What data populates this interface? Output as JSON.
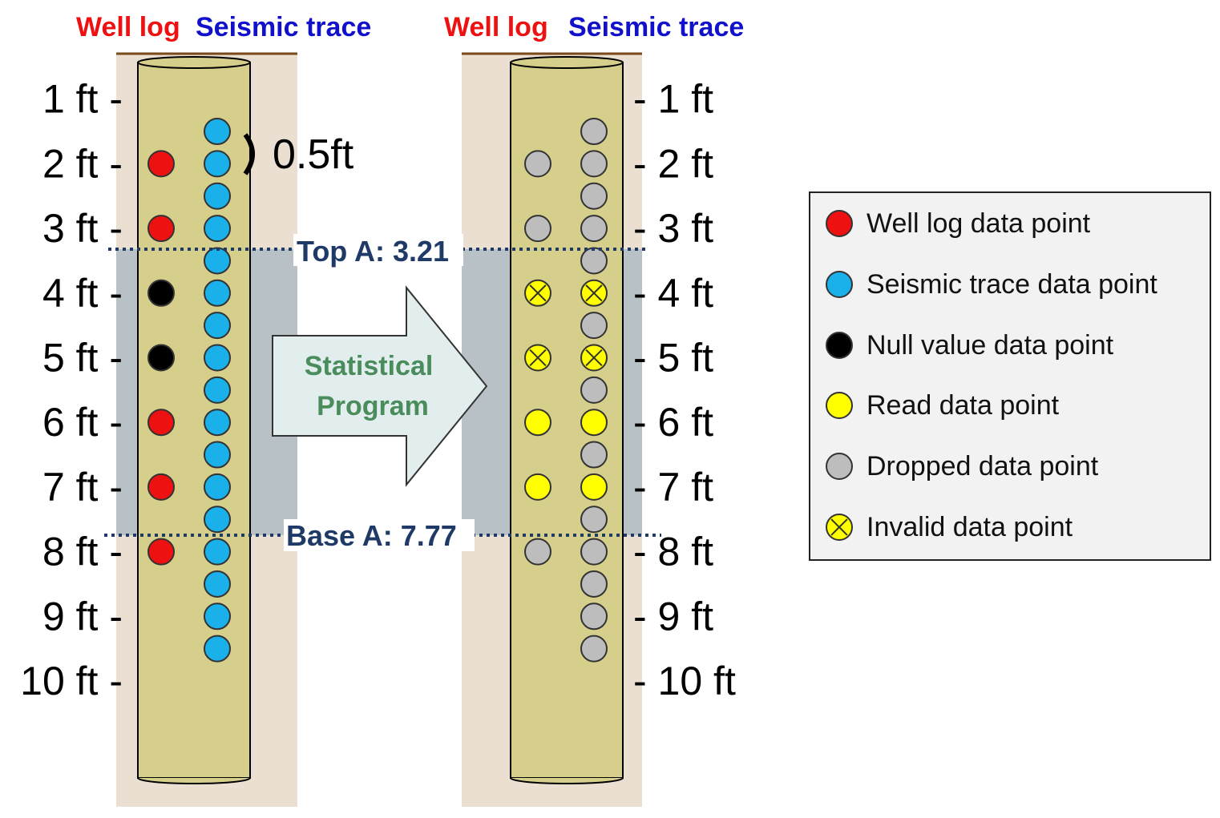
{
  "colors": {
    "well_log": "#ee1111",
    "seismic_trace": "#1111cc",
    "background_strip": "#eadfd0",
    "top_line": "#7a4a1a",
    "column_fill": "#d6cf8c",
    "zone_band": "#b8c2c6",
    "zone_line": "#1f3a66",
    "arrow_fill": "#e2eeee",
    "arrow_text": "#4a8c5c",
    "red_point": "#ee1111",
    "blue_point": "#1ab0ea",
    "null_point": "#000000",
    "read_point": "#ffff00",
    "dropped_point": "#bdbdbd",
    "invalid_point": "#ffff00"
  },
  "left_panel": {
    "header_well_log": "Well log",
    "header_seismic": "Seismic trace",
    "spacing_label": "0.5ft"
  },
  "right_panel": {
    "header_well_log": "Well log",
    "header_seismic": "Seismic trace"
  },
  "depth_labels_left": [
    "1 ft -",
    "2 ft -",
    "3 ft -",
    "4 ft -",
    "5 ft -",
    "6 ft -",
    "7 ft -",
    "8 ft -",
    "9 ft -",
    "10 ft -"
  ],
  "depth_labels_right": [
    "- 1 ft",
    "- 2 ft",
    "- 3 ft",
    "- 4 ft",
    "- 5 ft",
    "- 6 ft",
    "- 7 ft",
    "- 8 ft",
    "- 9 ft",
    "- 10 ft"
  ],
  "zone": {
    "top_label": "Top A: 3.21",
    "base_label": "Base A: 7.77",
    "top_depth_ft": 3.21,
    "base_depth_ft": 7.77
  },
  "arrow": {
    "line1": "Statistical",
    "line2": "Program"
  },
  "points": {
    "left_well_log": [
      {
        "depth": 2,
        "type": "well-log"
      },
      {
        "depth": 3,
        "type": "well-log"
      },
      {
        "depth": 4,
        "type": "null"
      },
      {
        "depth": 5,
        "type": "null"
      },
      {
        "depth": 6,
        "type": "well-log"
      },
      {
        "depth": 7,
        "type": "well-log"
      },
      {
        "depth": 8,
        "type": "well-log"
      }
    ],
    "left_seismic_depths": [
      1.5,
      2,
      2.5,
      3,
      3.5,
      4,
      4.5,
      5,
      5.5,
      6,
      6.5,
      7,
      7.5,
      8,
      8.5,
      9,
      9.5
    ],
    "right_well_log": [
      {
        "depth": 2,
        "type": "dropped"
      },
      {
        "depth": 3,
        "type": "dropped"
      },
      {
        "depth": 4,
        "type": "invalid"
      },
      {
        "depth": 5,
        "type": "invalid"
      },
      {
        "depth": 6,
        "type": "read"
      },
      {
        "depth": 7,
        "type": "read"
      },
      {
        "depth": 8,
        "type": "dropped"
      }
    ],
    "right_seismic": [
      {
        "depth": 1.5,
        "type": "dropped"
      },
      {
        "depth": 2,
        "type": "dropped"
      },
      {
        "depth": 2.5,
        "type": "dropped"
      },
      {
        "depth": 3,
        "type": "dropped"
      },
      {
        "depth": 3.5,
        "type": "dropped"
      },
      {
        "depth": 4,
        "type": "invalid"
      },
      {
        "depth": 4.5,
        "type": "dropped"
      },
      {
        "depth": 5,
        "type": "invalid"
      },
      {
        "depth": 5.5,
        "type": "dropped"
      },
      {
        "depth": 6,
        "type": "read"
      },
      {
        "depth": 6.5,
        "type": "dropped"
      },
      {
        "depth": 7,
        "type": "read"
      },
      {
        "depth": 7.5,
        "type": "dropped"
      },
      {
        "depth": 8,
        "type": "dropped"
      },
      {
        "depth": 8.5,
        "type": "dropped"
      },
      {
        "depth": 9,
        "type": "dropped"
      },
      {
        "depth": 9.5,
        "type": "dropped"
      }
    ]
  },
  "legend": {
    "items": [
      {
        "label": "Well log data point",
        "type": "well-log"
      },
      {
        "label": "Seismic trace data point",
        "type": "seismic"
      },
      {
        "label": "Null value data point",
        "type": "null"
      },
      {
        "label": "Read data point",
        "type": "read"
      },
      {
        "label": "Dropped data point",
        "type": "dropped"
      },
      {
        "label": "Invalid data point",
        "type": "invalid"
      }
    ]
  }
}
